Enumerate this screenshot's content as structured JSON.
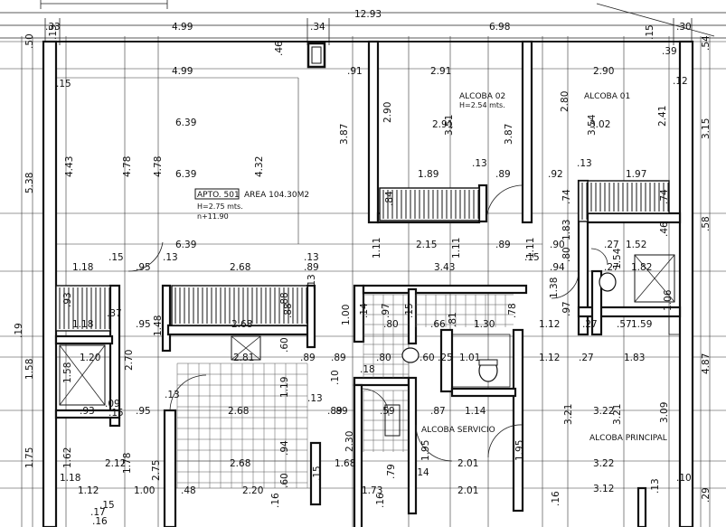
{
  "apartment": {
    "tag": "APTO. 501",
    "area": "AREA 104.30M2",
    "height": "H=2.75 mts.",
    "level": "n+11.90"
  },
  "rooms": {
    "alcoba_02": {
      "name": "ALCOBA 02",
      "height": "H=2.54 mts."
    },
    "alcoba_01": {
      "name": "ALCOBA 01"
    },
    "alcoba_servicio": {
      "name": "ALCOBA SERVICIO"
    },
    "alcoba_principal": {
      "name": "ALCOBA PRINCIPAL"
    }
  },
  "dimensions": {
    "top_total": "12.93",
    "top_left": "4.99",
    "top_right": "6.98",
    "top_33": ".33",
    "top_34": ".34",
    "top_30": ".30",
    "labels": [
      {
        "t": ".15"
      },
      {
        "t": "4.99"
      },
      {
        "t": ".46"
      },
      {
        "t": ".91"
      },
      {
        "t": "2.91"
      },
      {
        "t": "2.90"
      },
      {
        "t": ".15"
      },
      {
        "t": ".39"
      },
      {
        "t": ".12"
      },
      {
        "t": ".15"
      },
      {
        "t": "6.39"
      },
      {
        "t": "2.90"
      },
      {
        "t": "2.91"
      },
      {
        "t": "3.51"
      },
      {
        "t": "2.80"
      },
      {
        "t": "3.02"
      },
      {
        "t": "3.54"
      },
      {
        "t": "2.41"
      },
      {
        "t": "3.87"
      },
      {
        "t": "3.87"
      },
      {
        "t": "6.39"
      },
      {
        "t": "1.89"
      },
      {
        "t": ".13"
      },
      {
        "t": ".89"
      },
      {
        "t": ".92"
      },
      {
        "t": ".13"
      },
      {
        "t": "1.97"
      },
      {
        "t": "4.43"
      },
      {
        "t": "4.78"
      },
      {
        "t": "4.78"
      },
      {
        "t": "4.32"
      },
      {
        "t": ".84"
      },
      {
        "t": ".74"
      },
      {
        "t": ".74"
      },
      {
        "t": "6.39"
      },
      {
        "t": "2.15"
      },
      {
        "t": ".89"
      },
      {
        "t": ".90"
      },
      {
        "t": "1.83"
      },
      {
        "t": ".27"
      },
      {
        "t": "1.52"
      },
      {
        "t": ".46"
      },
      {
        "t": "1.18"
      },
      {
        "t": ".15"
      },
      {
        "t": ".95"
      },
      {
        "t": ".13"
      },
      {
        "t": "2.68"
      },
      {
        "t": ".13"
      },
      {
        "t": ".89"
      },
      {
        "t": "1.11"
      },
      {
        "t": "1.11"
      },
      {
        "t": "3.43"
      },
      {
        "t": "1.11"
      },
      {
        "t": ".15"
      },
      {
        "t": ".94"
      },
      {
        "t": ".80"
      },
      {
        "t": ".27"
      },
      {
        "t": "1.54"
      },
      {
        "t": "1.82"
      },
      {
        "t": ".93"
      },
      {
        "t": "2.68"
      },
      {
        "t": ".88"
      },
      {
        "t": ".13"
      },
      {
        "t": "1.00"
      },
      {
        "t": ".14"
      },
      {
        "t": ".97"
      },
      {
        "t": ".15"
      },
      {
        "t": ".66"
      },
      {
        "t": ".81"
      },
      {
        "t": "1.30"
      },
      {
        "t": ".78"
      },
      {
        "t": "1.38"
      },
      {
        "t": "1.12"
      },
      {
        "t": ".97"
      },
      {
        "t": ".27"
      },
      {
        "t": ".57"
      },
      {
        "t": "1.59"
      },
      {
        "t": "1.06"
      },
      {
        "t": "1.18"
      },
      {
        "t": ".95"
      },
      {
        "t": ".80"
      },
      {
        "t": "1.48"
      },
      {
        "t": "1.20"
      },
      {
        "t": "2.81"
      },
      {
        "t": ".60"
      },
      {
        "t": ".89"
      },
      {
        "t": ".80"
      },
      {
        "t": ".60"
      },
      {
        "t": ".25"
      },
      {
        "t": "1.01"
      },
      {
        "t": "1.12"
      },
      {
        "t": ".27"
      },
      {
        "t": "1.83"
      },
      {
        "t": "1.58"
      },
      {
        "t": "2.70"
      },
      {
        "t": ".18"
      },
      {
        "t": ".95"
      },
      {
        "t": ".10"
      },
      {
        "t": ".13"
      },
      {
        "t": ".89"
      },
      {
        "t": ".87"
      },
      {
        "t": "1.14"
      },
      {
        "t": ".93"
      },
      {
        "t": ".09"
      },
      {
        "t": "2.68"
      },
      {
        "t": "1.19"
      },
      {
        "t": ".13"
      },
      {
        "t": ".89"
      },
      {
        "t": ".59"
      },
      {
        "t": "3.22"
      },
      {
        "t": "3.21"
      },
      {
        "t": "3.21"
      },
      {
        "t": "3.09"
      },
      {
        "t": "1.62"
      },
      {
        "t": "2.12"
      },
      {
        "t": "1.78"
      },
      {
        "t": "2.68"
      },
      {
        "t": ".94"
      },
      {
        "t": "2.30"
      },
      {
        "t": "1.68"
      },
      {
        "t": "2.01"
      },
      {
        "t": "1.95"
      },
      {
        "t": "1.95"
      },
      {
        "t": "3.22"
      },
      {
        "t": "1.18"
      },
      {
        "t": "1.12"
      },
      {
        "t": "1.00"
      },
      {
        "t": "2.75"
      },
      {
        "t": ".48"
      },
      {
        "t": "2.20"
      },
      {
        "t": ".60"
      },
      {
        "t": ".15"
      },
      {
        "t": "1.73"
      },
      {
        "t": ".79"
      },
      {
        "t": ".14"
      },
      {
        "t": "2.01"
      },
      {
        "t": "3.12"
      },
      {
        "t": ".10"
      },
      {
        "t": ".13"
      },
      {
        "t": ".17"
      },
      {
        "t": ".16"
      },
      {
        "t": ".15"
      },
      {
        "t": ".16"
      },
      {
        "t": ".16"
      },
      {
        "t": ".16"
      },
      {
        "t": ".29"
      },
      {
        "t": ".50"
      },
      {
        "t": ".54"
      },
      {
        "t": "3.15"
      },
      {
        "t": ".58"
      },
      {
        "t": "5.38"
      },
      {
        "t": ".19"
      },
      {
        "t": "1.58"
      },
      {
        "t": "1.75"
      },
      {
        "t": "4.87"
      },
      {
        "t": ".88"
      },
      {
        "t": ".89"
      },
      {
        "t": ".37"
      },
      {
        "t": ".15"
      }
    ]
  }
}
